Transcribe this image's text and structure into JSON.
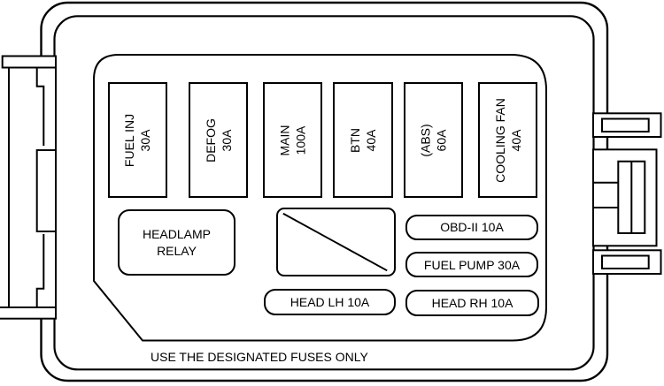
{
  "note": "USE THE DESIGNATED FUSES ONLY",
  "fuses": [
    {
      "name": "FUEL INJ",
      "amp": "30A"
    },
    {
      "name": "DEFOG",
      "amp": "30A"
    },
    {
      "name": "MAIN",
      "amp": "100A"
    },
    {
      "name": "BTN",
      "amp": "40A"
    },
    {
      "name": "(ABS)",
      "amp": "60A"
    },
    {
      "name": "COOLING FAN",
      "amp": "40A"
    }
  ],
  "relay": {
    "line1": "HEADLAMP",
    "line2": "RELAY"
  },
  "pills": [
    {
      "label": "OBD-II 10A"
    },
    {
      "label": "FUEL PUMP 30A"
    },
    {
      "label": "HEAD LH 10A"
    },
    {
      "label": "HEAD RH 10A"
    }
  ],
  "colors": {
    "line": "#000000",
    "background": "#ffffff"
  }
}
